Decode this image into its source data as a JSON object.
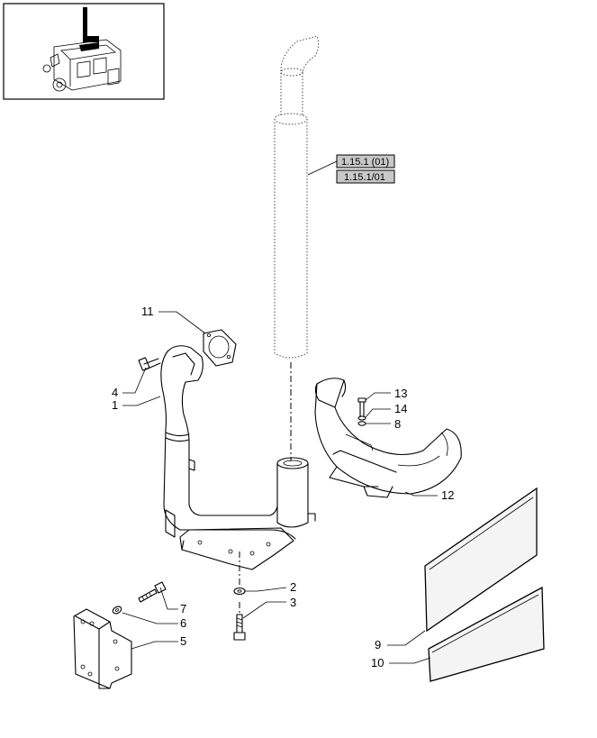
{
  "callouts": {
    "c1": "1",
    "c2": "2",
    "c3": "3",
    "c4": "4",
    "c5": "5",
    "c6": "6",
    "c7": "7",
    "c8": "8",
    "c9": "9",
    "c10": "10",
    "c11": "11",
    "c12": "12",
    "c13": "13",
    "c14": "14"
  },
  "references": {
    "ref_a": "1.15.1 (01)",
    "ref_b": "1.15.1/01"
  },
  "colors": {
    "ref_box_fill": "#c8c8c8",
    "line": "#000000",
    "background": "#ffffff"
  }
}
